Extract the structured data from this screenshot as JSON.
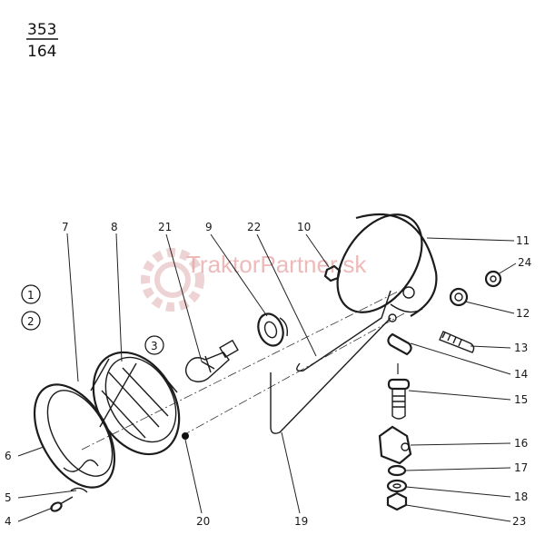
{
  "header": {
    "numerator": "353",
    "denominator": "164"
  },
  "watermark": "TraktorPartner.sk",
  "circled_labels": [
    "1",
    "2",
    "3"
  ],
  "labels": [
    "7",
    "8",
    "21",
    "9",
    "22",
    "10",
    "11",
    "24",
    "12",
    "13",
    "14",
    "15",
    "16",
    "17",
    "18",
    "23",
    "6",
    "5",
    "4",
    "20",
    "19"
  ],
  "colors": {
    "line": "#1c1c1c",
    "watermark": "#e8a3a3"
  }
}
